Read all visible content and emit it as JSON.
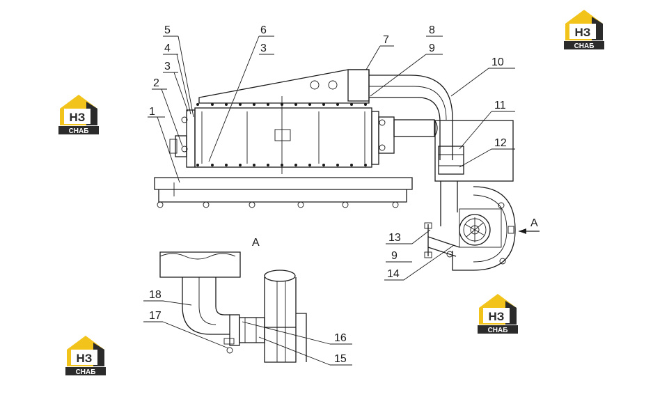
{
  "callouts": [
    "1",
    "2",
    "3",
    "4",
    "5",
    "6",
    "3",
    "7",
    "8",
    "9",
    "10",
    "11",
    "12",
    "13",
    "9",
    "14",
    "15",
    "16",
    "17",
    "18"
  ],
  "view_label": "A",
  "section_label": "A",
  "logo": {
    "top": "НЗ",
    "bottom": "СНАБ"
  },
  "colors": {
    "ink": "#1a1a1a",
    "logo_yellow": "#f2c31a",
    "logo_dark": "#2b2b2b"
  }
}
